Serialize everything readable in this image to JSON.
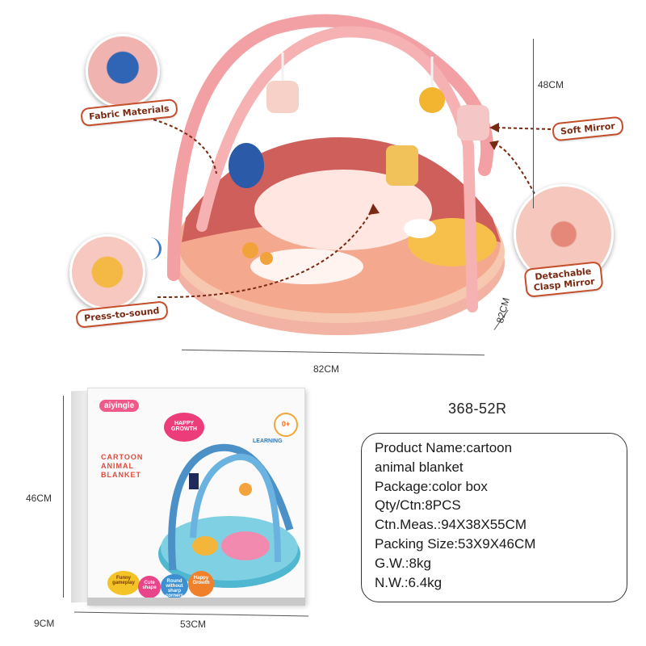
{
  "callouts": {
    "fabric": "Fabric Materials",
    "press": "Press-to-sound",
    "soft_mirror": "Soft Mirror",
    "clasp_line1": "Detachable",
    "clasp_line2": "Clasp Mirror"
  },
  "dimensions": {
    "height": "48CM",
    "depth": "82CM",
    "width": "82CM",
    "box_height": "46CM",
    "box_depth": "9CM",
    "box_width": "53CM"
  },
  "model": "368-52R",
  "product_info": [
    "Product Name:cartoon",
    "animal blanket",
    "Package:color box",
    "Qty/Ctn:8PCS",
    "Ctn.Meas.:94X38X55CM",
    "Packing Size:53X9X46CM",
    "G.W.:8kg",
    "N.W.:6.4kg"
  ],
  "box_art": {
    "logo": "aiyingle",
    "happy": "HAPPY GROWTH",
    "title_1": "CARTOON",
    "title_2": "ANIMAL",
    "title_3": "BLANKET",
    "learning": "LEARNING",
    "age": "0+",
    "bubble_1": "Funny gameplay",
    "bubble_2": "Cute shape",
    "bubble_3": "Round without sharp corners",
    "bubble_4": "Happy Growth"
  }
}
